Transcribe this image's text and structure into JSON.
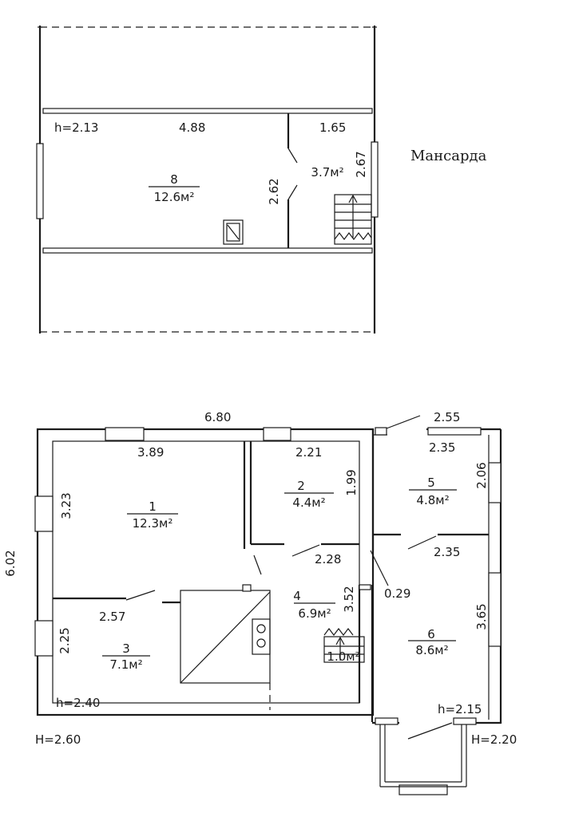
{
  "attic": {
    "title": "Мансарда",
    "height_label": "h=2.13",
    "dims": {
      "width_main": "4.88",
      "width_small": "1.65",
      "wall_left": "2.62",
      "wall_right": "2.67"
    },
    "rooms": [
      {
        "number": "8",
        "area": "12.6м²"
      },
      {
        "number": "",
        "area": "3.7м²"
      }
    ]
  },
  "ground": {
    "dims": {
      "top_total": "6.80",
      "top_right": "2.55",
      "left_total": "6.02",
      "room1_width": "3.89",
      "room1_height": "3.23",
      "room2_width": "2.21",
      "room2_depth": "1.99",
      "room2_bottom": "2.28",
      "room3_width": "2.57",
      "room3_height": "2.25",
      "room4_height": "3.52",
      "gap": "0.29",
      "room5_width": "2.35",
      "room5_depth": "2.06",
      "room6_width": "2.35",
      "room6_depth": "3.65"
    },
    "heights": {
      "main_inner": "h=2.40",
      "main_outer": "H=2.60",
      "annex_inner": "h=2.15",
      "annex_outer": "H=2.20"
    },
    "rooms": [
      {
        "number": "1",
        "area": "12.3м²"
      },
      {
        "number": "2",
        "area": "4.4м²"
      },
      {
        "number": "3",
        "area": "7.1м²"
      },
      {
        "number": "4",
        "area": "6.9м²"
      },
      {
        "number": "5",
        "area": "4.8м²"
      },
      {
        "number": "6",
        "area": "8.6м²"
      },
      {
        "number": "",
        "area": "1.0м²"
      }
    ]
  }
}
